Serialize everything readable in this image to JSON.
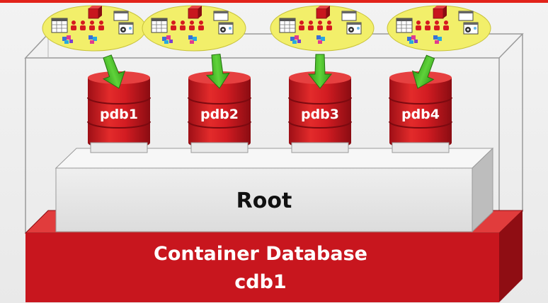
{
  "container": {
    "title": "Container Database",
    "name": "cdb1",
    "color": "#c8161e"
  },
  "root": {
    "label": "Root",
    "color": "#e6e6e6"
  },
  "pdbs": [
    {
      "label": "pdb1"
    },
    {
      "label": "pdb2"
    },
    {
      "label": "pdb3"
    },
    {
      "label": "pdb4"
    }
  ],
  "application_bubble": {
    "fill": "#f2ef6a",
    "icons": [
      "database-icon",
      "spreadsheet-icon",
      "users-icon",
      "gear-window-icon",
      "puzzle-icon"
    ]
  },
  "arrow_color": "#3fb621",
  "accent": "#e2231a"
}
